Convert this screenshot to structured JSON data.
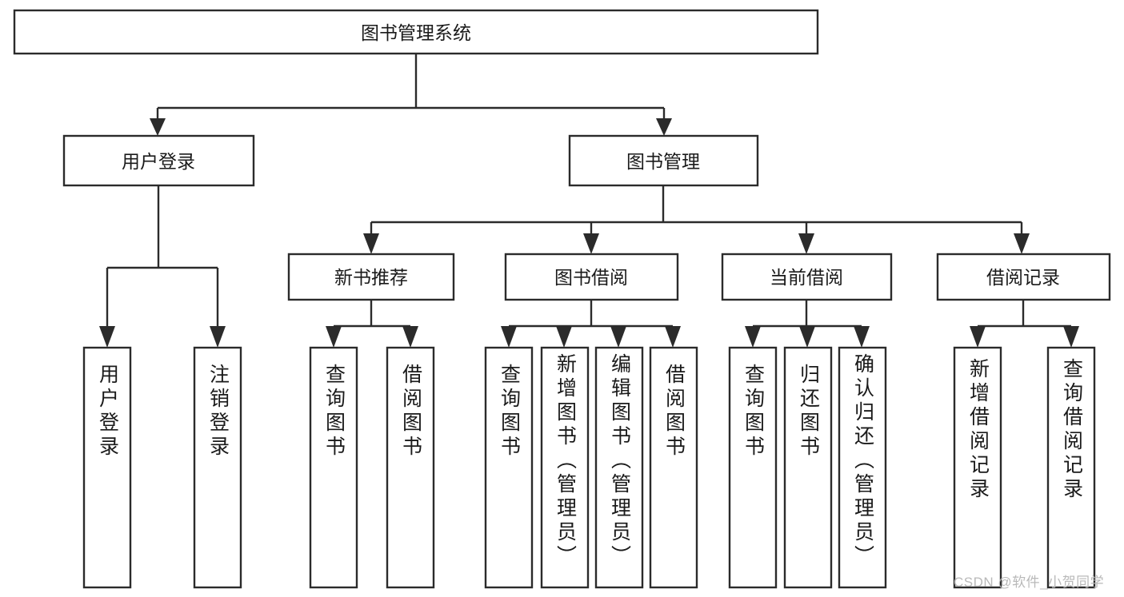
{
  "diagram": {
    "title": "图书管理系统",
    "type": "tree",
    "watermark": "CSDN @软件_小贺同学",
    "colors": {
      "stroke": "#2b2b2b",
      "box_fill": "#ffffff",
      "text": "#1a1a1a",
      "background": "#ffffff",
      "watermark": "#b9b9b9"
    },
    "root": {
      "label": "图书管理系统"
    },
    "level1": [
      {
        "label": "用户登录"
      },
      {
        "label": "图书管理"
      }
    ],
    "level2": [
      {
        "label": "新书推荐"
      },
      {
        "label": "图书借阅"
      },
      {
        "label": "当前借阅"
      },
      {
        "label": "借阅记录"
      }
    ],
    "leaves": {
      "user_login": [
        {
          "label": "用户登录"
        },
        {
          "label": "注销登录"
        }
      ],
      "new_book": [
        {
          "label": "查询图书"
        },
        {
          "label": "借阅图书"
        }
      ],
      "book_borrow": [
        {
          "label": "查询图书"
        },
        {
          "label": "新增图书（管理员）"
        },
        {
          "label": "编辑图书（管理员）"
        },
        {
          "label": "借阅图书"
        }
      ],
      "current_borrow": [
        {
          "label": "查询图书"
        },
        {
          "label": "归还图书"
        },
        {
          "label": "确认归还（管理员）"
        }
      ],
      "borrow_record": [
        {
          "label": "新增借阅记录"
        },
        {
          "label": "查询借阅记录"
        }
      ]
    }
  }
}
